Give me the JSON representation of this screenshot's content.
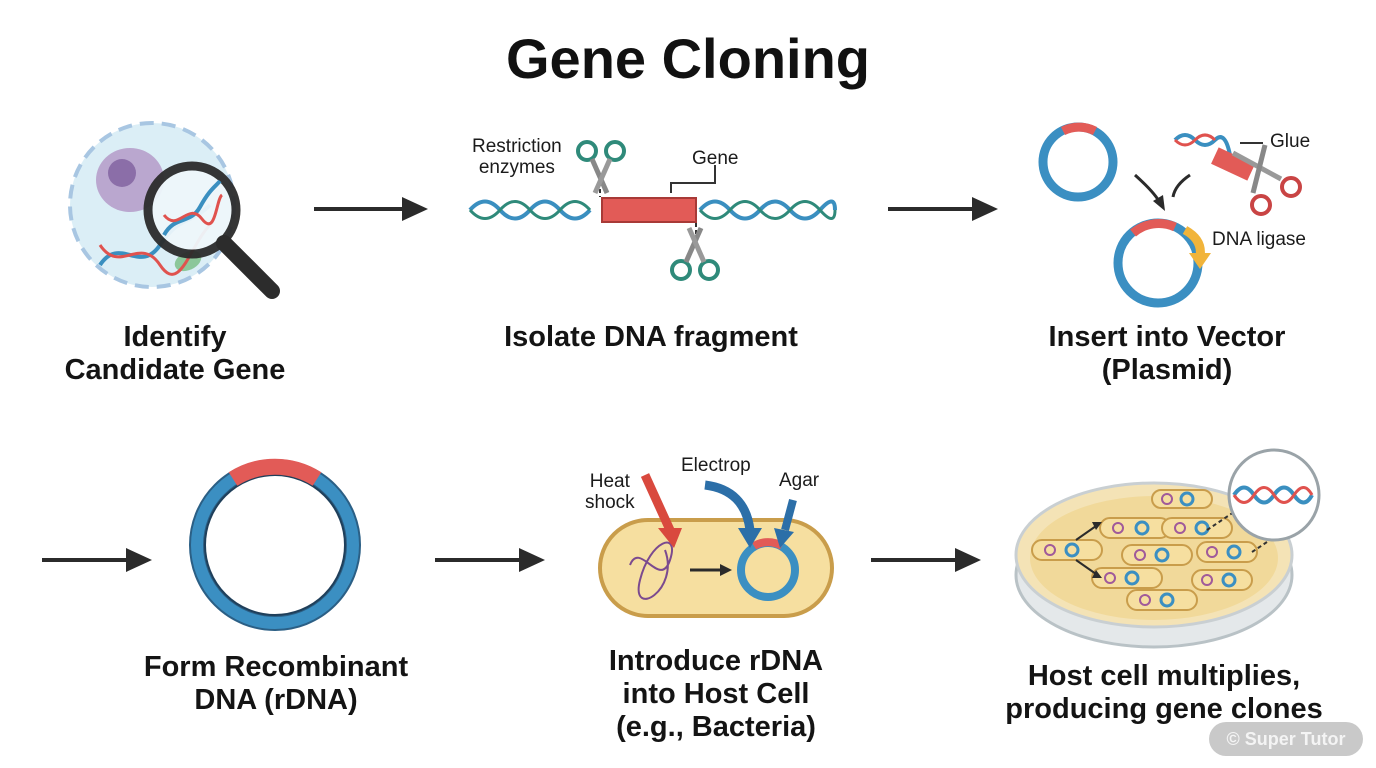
{
  "title": "Gene Cloning",
  "steps": [
    {
      "id": "identify",
      "lines": [
        "Identify",
        "Candidate Gene"
      ]
    },
    {
      "id": "isolate",
      "lines": [
        "Isolate DNA fragment"
      ]
    },
    {
      "id": "insert",
      "lines": [
        "Insert into Vector",
        "(Plasmid)"
      ]
    },
    {
      "id": "form",
      "lines": [
        "Form Recombinant",
        "DNA (rDNA)"
      ]
    },
    {
      "id": "introduce",
      "lines": [
        "Introduce rDNA",
        "into Host Cell",
        "(e.g., Bacteria)"
      ]
    },
    {
      "id": "multiply",
      "lines": [
        "Host cell multiplies,",
        "producing gene clones"
      ]
    }
  ],
  "labels": {
    "restriction_enzymes": [
      "Restriction",
      "enzymes"
    ],
    "gene": "Gene",
    "glue": "Glue",
    "dna_ligase": "DNA ligase",
    "heat_shock": [
      "Heat",
      "shock"
    ],
    "electrop": "Electrop",
    "agar": "Agar"
  },
  "watermark": "© Super Tutor",
  "colors": {
    "dna_blue": "#3a8fc0",
    "dna_red": "#e0524e",
    "plasmid_blue": "#3b8fc2",
    "gene_red": "#e25b57",
    "arrow": "#2b2b2b",
    "cell_yellow": "#f6dfa0",
    "scissor_green": "#2f8a7a"
  }
}
